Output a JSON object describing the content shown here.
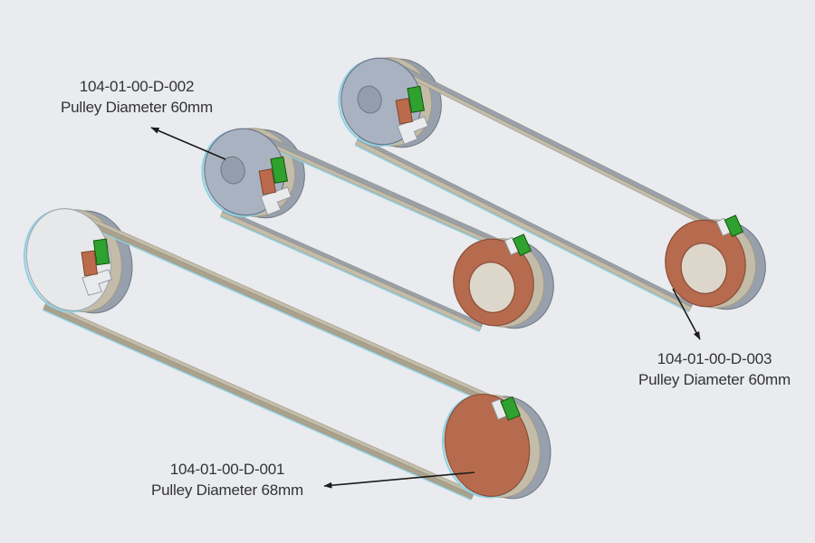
{
  "diagram": {
    "type": "cad-isometric-belt-pulley-assemblies",
    "assembly_count": 3
  },
  "annotations": [
    {
      "id": "d002",
      "part_number": "104-01-00-D-002",
      "spec": "Pulley Diameter 60mm",
      "points_to": "middle assembly gray pulley"
    },
    {
      "id": "d003",
      "part_number": "104-01-00-D-003",
      "spec": "Pulley Diameter 60mm",
      "points_to": "top-right assembly belt"
    },
    {
      "id": "d001",
      "part_number": "104-01-00-D-001",
      "spec": "Pulley Diameter 68mm",
      "points_to": "bottom assembly large orange pulley"
    }
  ],
  "colors": {
    "background": "#e9ebee",
    "pulley_gray_face": "#a9b2c1",
    "pulley_white_face": "#e7e8ea",
    "pulley_orange_face": "#b66b4e",
    "belt_gray": "#9aa0a6",
    "belt_tan": "#c3bca9",
    "clamp_orange": "#bc6a4c",
    "sensor_green": "#2ea12e",
    "edge_highlight_cyan": "#8fd2e4",
    "annotation_text": "#333333",
    "arrow_black": "#1b1b1b"
  }
}
